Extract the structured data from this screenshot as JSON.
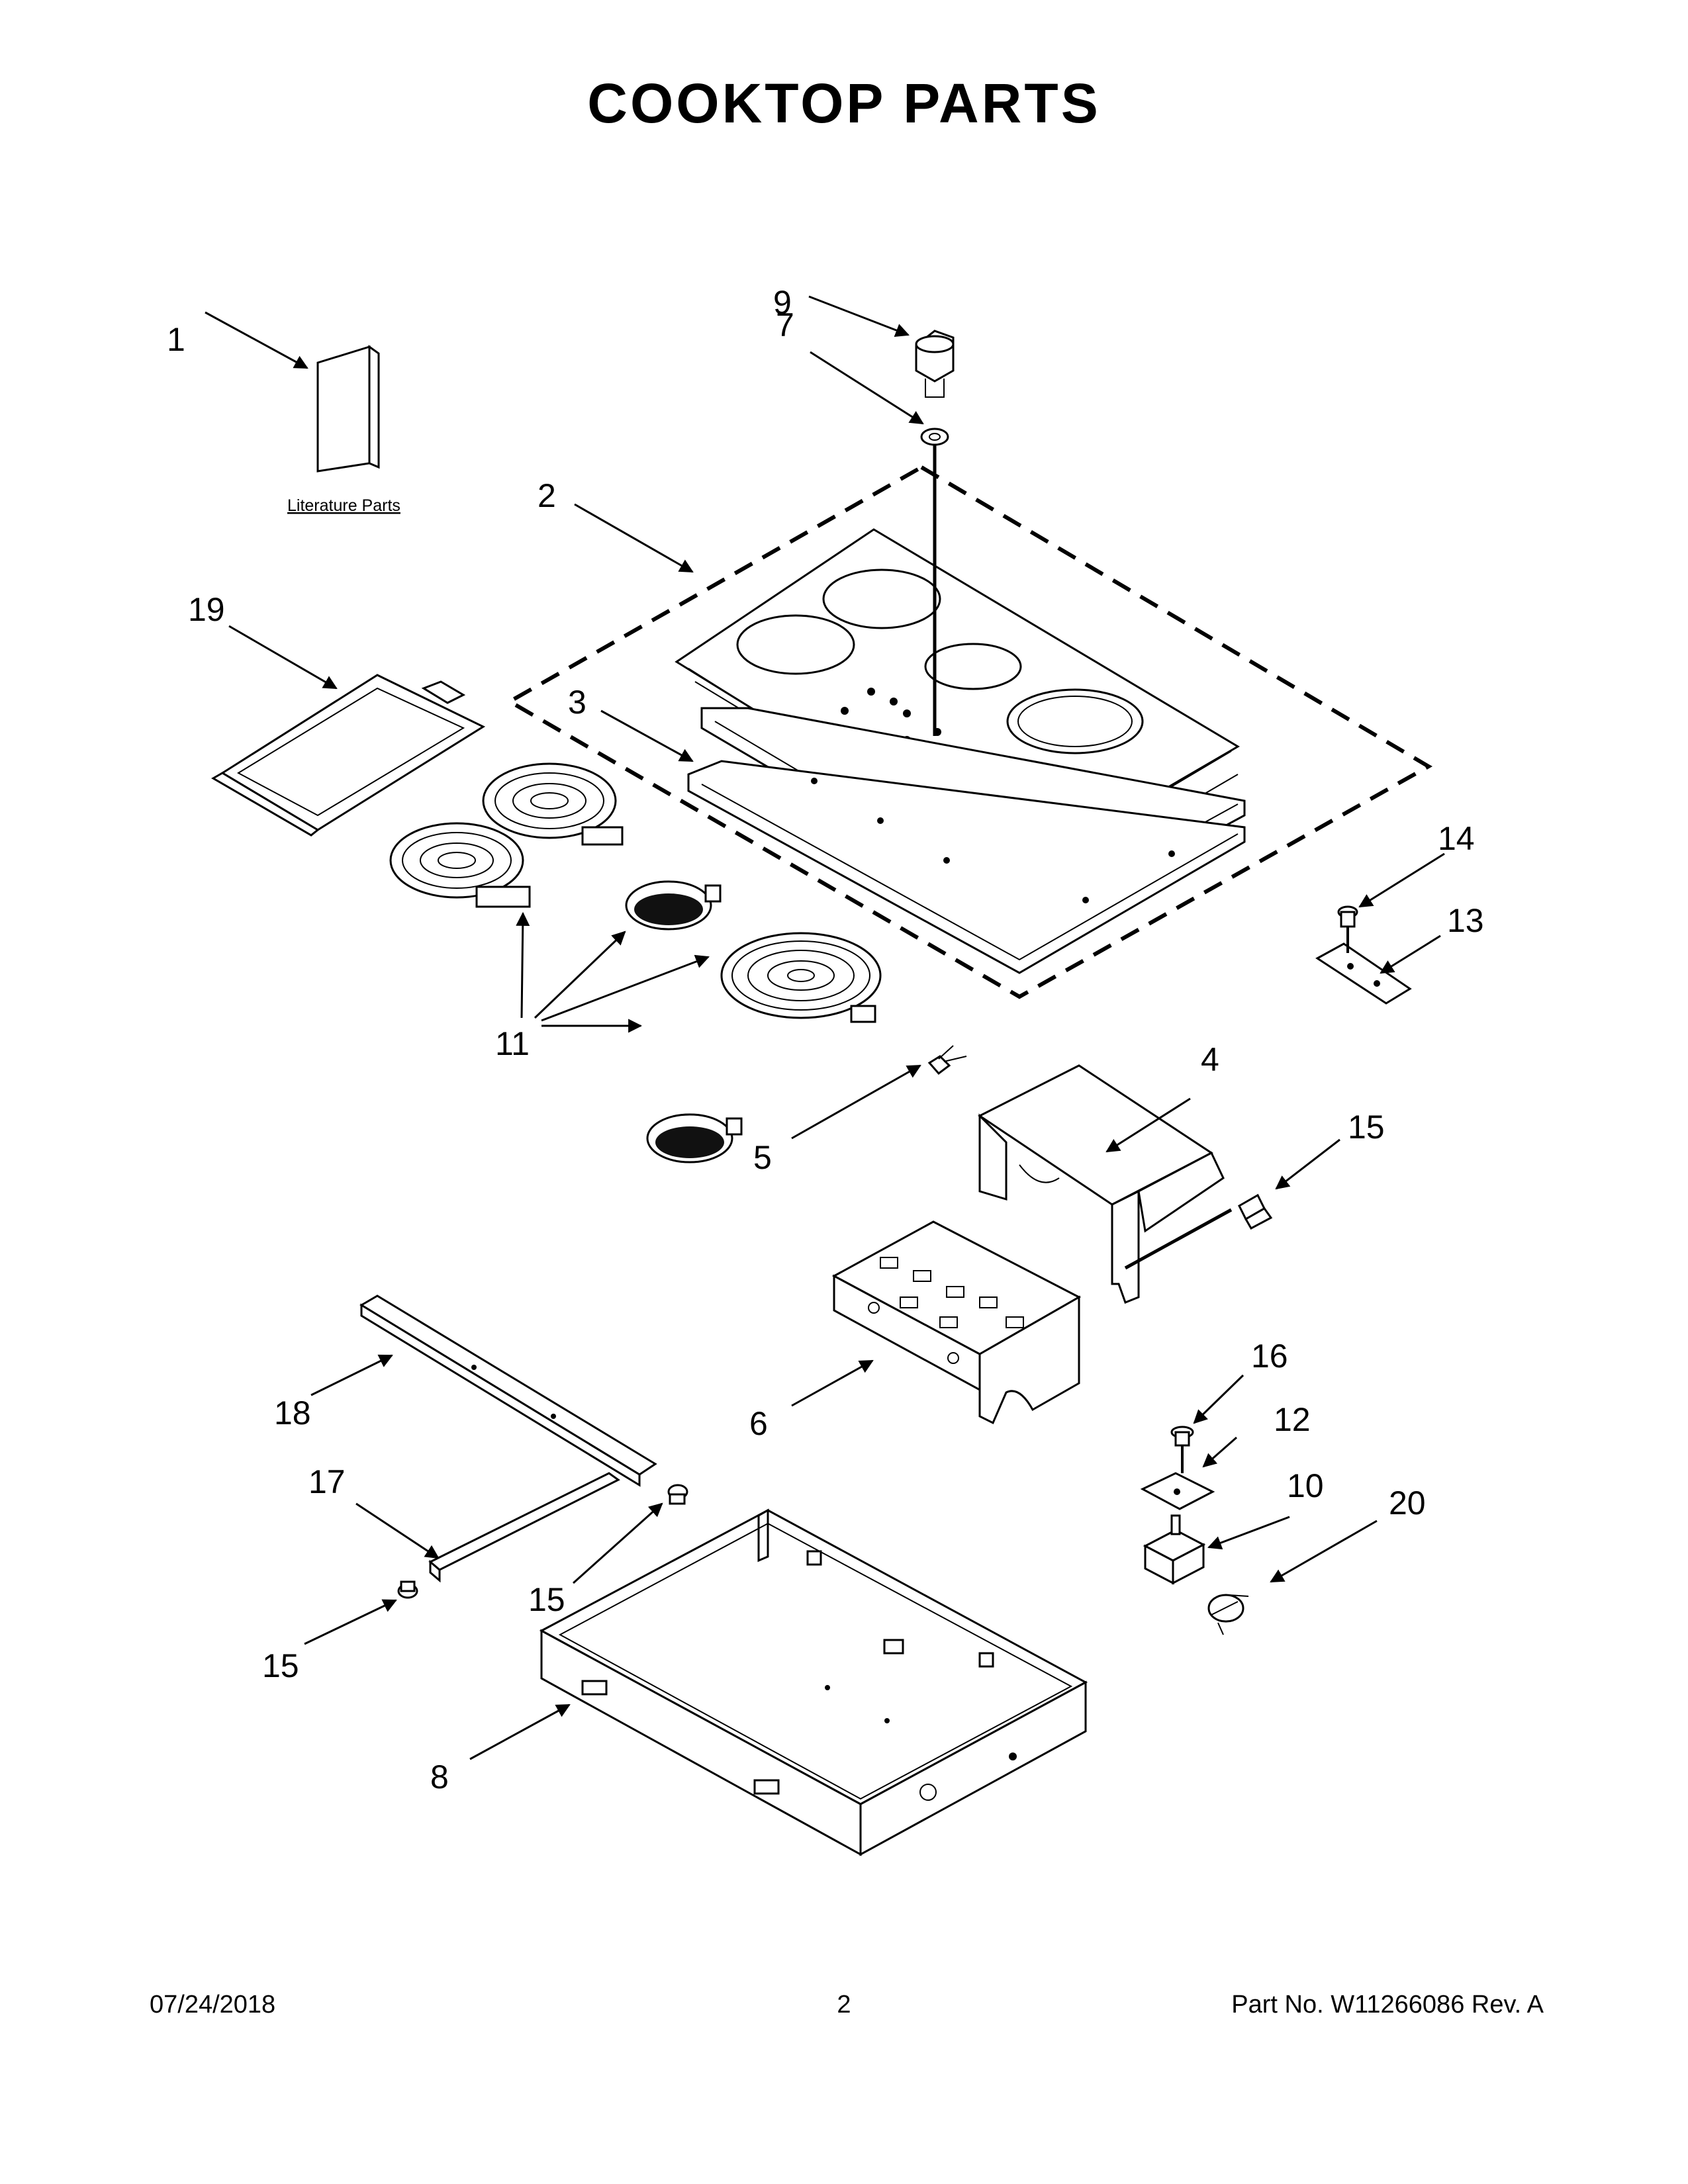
{
  "title": "COOKTOP PARTS",
  "literature_label": "Literature Parts",
  "callouts": {
    "c1": "1",
    "c2": "2",
    "c3": "3",
    "c4": "4",
    "c5": "5",
    "c6": "6",
    "c7": "7",
    "c8": "8",
    "c9": "9",
    "c10": "10",
    "c11": "11",
    "c12": "12",
    "c13": "13",
    "c14": "14",
    "c15a": "15",
    "c15b": "15",
    "c15c": "15",
    "c16": "16",
    "c17": "17",
    "c18": "18",
    "c19": "19",
    "c20": "20"
  },
  "footer": {
    "date": "07/24/2018",
    "page": "2",
    "part_no": "Part No.  W11266086  Rev.  A"
  }
}
